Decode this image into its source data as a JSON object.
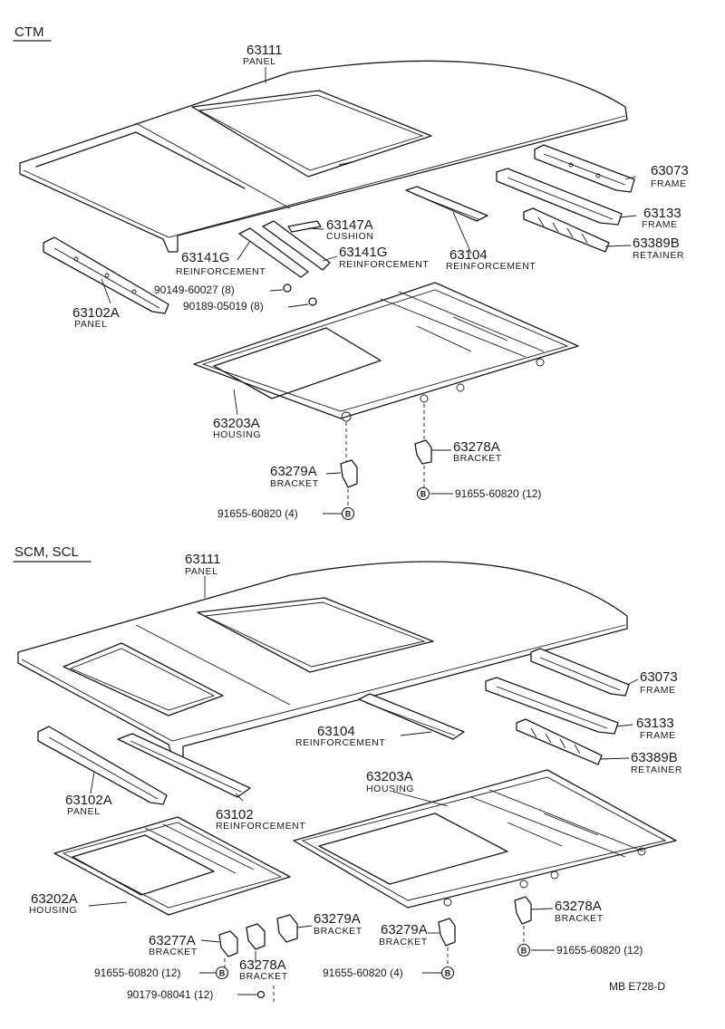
{
  "sections": {
    "top": "CTM",
    "bottom": "SCM, SCL"
  },
  "top": {
    "p63111": {
      "num": "63111",
      "name": "PANEL"
    },
    "p63073": {
      "num": "63073",
      "name": "FRAME"
    },
    "p63133": {
      "num": "63133",
      "name": "FRAME"
    },
    "p63389b": {
      "num": "63389B",
      "name": "RETAINER"
    },
    "p63147a": {
      "num": "63147A",
      "name": "CUSHION"
    },
    "p63141g_l": {
      "num": "63141G",
      "name": "REINFORCEMENT"
    },
    "p63141g_r": {
      "num": "63141G",
      "name": "REINFORCEMENT"
    },
    "p63104": {
      "num": "63104",
      "name": "REINFORCEMENT"
    },
    "p63102a": {
      "num": "63102A",
      "name": "PANEL"
    },
    "p63203a": {
      "num": "63203A",
      "name": "HOUSING"
    },
    "p63278a": {
      "num": "63278A",
      "name": "BRACKET"
    },
    "p63279a": {
      "num": "63279A",
      "name": "BRACKET"
    },
    "bolt1": "90149-60027 (8)",
    "bolt2": "90189-05019 (8)",
    "bolt3": "91655-60820 (12)",
    "bolt4": "91655-60820 (4)"
  },
  "bottom": {
    "p63111": {
      "num": "63111",
      "name": "PANEL"
    },
    "p63073": {
      "num": "63073",
      "name": "FRAME"
    },
    "p63133": {
      "num": "63133",
      "name": "FRAME"
    },
    "p63389b": {
      "num": "63389B",
      "name": "RETAINER"
    },
    "p63104": {
      "num": "63104",
      "name": "REINFORCEMENT"
    },
    "p63102a": {
      "num": "63102A",
      "name": "PANEL"
    },
    "p63102": {
      "num": "63102",
      "name": "REINFORCEMENT"
    },
    "p63203a": {
      "num": "63203A",
      "name": "HOUSING"
    },
    "p63202a": {
      "num": "63202A",
      "name": "HOUSING"
    },
    "p63277a": {
      "num": "63277A",
      "name": "BRACKET"
    },
    "p63278a_l": {
      "num": "63278A",
      "name": "BRACKET"
    },
    "p63279a_l": {
      "num": "63279A",
      "name": "BRACKET"
    },
    "p63279a_r": {
      "num": "63279A",
      "name": "BRACKET"
    },
    "p63278a_r": {
      "num": "63278A",
      "name": "BRACKET"
    },
    "bolt1": "91655-60820 (12)",
    "bolt2": "91655-60820 (4)",
    "bolt3": "91655-60820 (12)",
    "bolt4": "90179-08041 (12)"
  },
  "bolt_marker": "B",
  "footer": "MB  E728-D"
}
